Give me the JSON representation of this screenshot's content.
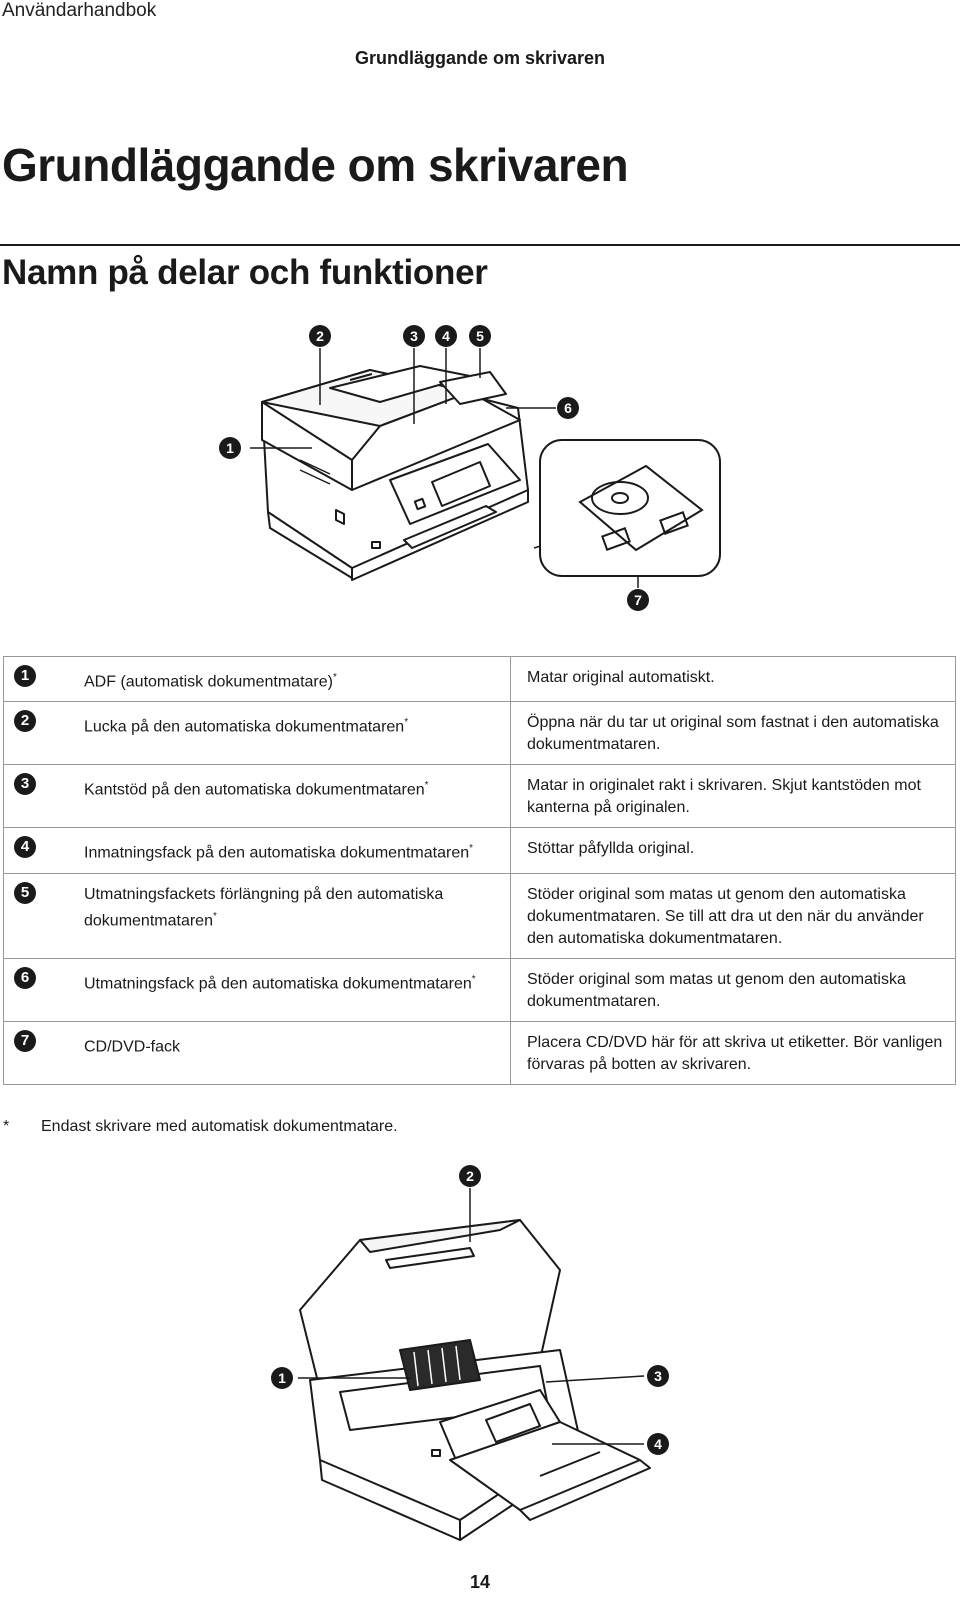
{
  "header": {
    "running_head": "Användarhandbok",
    "section_head": "Grundläggande om skrivaren"
  },
  "page_title": "Grundläggande om skrivaren",
  "section_title": "Namn på delar och funktioner",
  "figure1": {
    "callouts": [
      "1",
      "2",
      "3",
      "4",
      "5",
      "6",
      "7"
    ]
  },
  "parts_table": {
    "rows": [
      {
        "num": "1",
        "name": "ADF (automatisk dokumentmatare)",
        "mark": "*",
        "desc": "Matar original automatiskt."
      },
      {
        "num": "2",
        "name": "Lucka på den automatiska dokumentmataren",
        "mark": "*",
        "desc": "Öppna när du tar ut original som fastnat i den automatiska dokumentmataren."
      },
      {
        "num": "3",
        "name": "Kantstöd på den automatiska dokumentmataren",
        "mark": "*",
        "desc": "Matar in originalet rakt i skrivaren. Skjut kantstöden mot kanterna på originalen."
      },
      {
        "num": "4",
        "name": "Inmatningsfack på den automatiska dokumentmataren",
        "mark": "*",
        "desc": "Stöttar påfyllda original."
      },
      {
        "num": "5",
        "name": "Utmatningsfackets förlängning på den automatiska dokumentmataren",
        "mark": "*",
        "desc": "Stöder original som matas ut genom den automatiska dokumentmataren. Se till att dra ut den när du använder den automatiska dokumentmataren."
      },
      {
        "num": "6",
        "name": "Utmatningsfack på den automatiska dokumentmataren",
        "mark": "*",
        "desc": "Stöder original som matas ut genom den automatiska dokumentmataren."
      },
      {
        "num": "7",
        "name": "CD/DVD-fack",
        "mark": "",
        "desc": "Placera CD/DVD här för att skriva ut etiketter. Bör vanligen förvaras på botten av skrivaren."
      }
    ]
  },
  "footnote": {
    "mark": "*",
    "text": "Endast skrivare med automatisk dokumentmatare."
  },
  "figure2": {
    "callouts": [
      "1",
      "2",
      "3",
      "4"
    ]
  },
  "page_number": "14"
}
